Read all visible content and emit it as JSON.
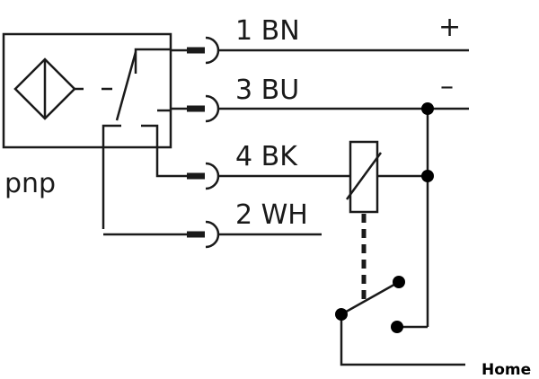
{
  "labels": {
    "pnp": "pnp",
    "wire1": "1 BN",
    "wire3": "3 BU",
    "wire4": "4 BK",
    "wire2": "2 WH",
    "plus": "+",
    "minus": "–",
    "home": "Home"
  },
  "colors": {
    "line": "#1a1a1a",
    "text": "#1a1a1a"
  }
}
